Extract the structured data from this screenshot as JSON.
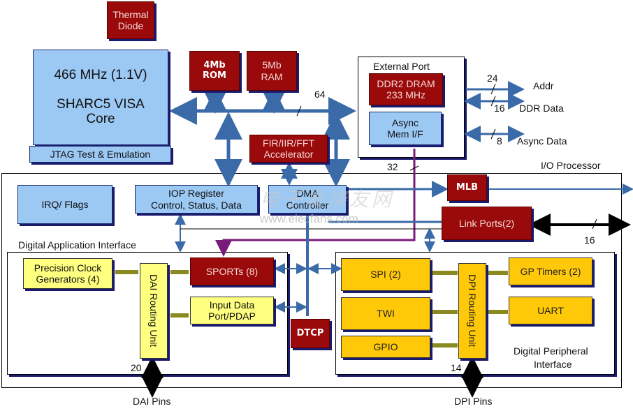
{
  "diagram": {
    "title": "SHARC processor block diagram",
    "colors": {
      "memory_red": "#9a0a0a",
      "core_blue": "#9cc8f4",
      "dai_yellow": "#ffff80",
      "dpi_gold": "#ffc808",
      "bus_blue": "#3a6aa8",
      "purple_bus": "#7a1a7a"
    },
    "core": {
      "freq": "466 MHz (1.1V)",
      "name_line1": "SHARC5 VISA",
      "name_line2": "Core",
      "jtag": "JTAG Test & Emulation"
    },
    "thermal": {
      "line1": "Thermal",
      "line2": "Diode"
    },
    "rom": {
      "line1": "4Mb",
      "line2": "ROM"
    },
    "ram": {
      "line1": "5Mb",
      "line2": "RAM"
    },
    "bus_width_main": "64",
    "accelerator": {
      "line1": "FIR/IIR/FFT",
      "line2": "Accelerator"
    },
    "external_port": {
      "title": "External Port",
      "ddr": {
        "line1": "DDR2 DRAM",
        "line2": "233 MHz"
      },
      "async": {
        "line1": "Async",
        "line2": "Mem I/F"
      },
      "signals": [
        {
          "width": "24",
          "label": "Addr"
        },
        {
          "width": "16",
          "label": "DDR Data"
        },
        {
          "width": "8",
          "label": "Async Data"
        }
      ],
      "bus_width_32": "32"
    },
    "iop": {
      "title": "I/O Processor",
      "irq": "IRQ/ Flags",
      "register": {
        "line1": "IOP Register",
        "line2": "Control, Status, Data"
      },
      "dma": {
        "line1": "DMA",
        "line2": "Controller"
      },
      "mlb": "MLB",
      "link_ports": "Link Ports(2)",
      "link_width": "16"
    },
    "dai": {
      "title": "Digital Application Interface",
      "pcg": {
        "line1": "Precision Clock",
        "line2": "Generators (4)"
      },
      "routing": "DAI Routing Unit",
      "sports": "SPORTs (8)",
      "idp": {
        "line1": "Input Data",
        "line2": "Port/PDAP"
      },
      "pin_width": "20",
      "pins": "DAI Pins"
    },
    "dtcp": "DTCP",
    "dpi": {
      "title_line1": "Digital Peripheral",
      "title_line2": "Interface",
      "spi": "SPI (2)",
      "twi": "TWI",
      "gpio": "GPIO",
      "routing": "DPI Routing Unit",
      "timers": "GP Timers (2)",
      "uart": "UART",
      "pin_width": "14",
      "pins": "DPI Pins"
    },
    "watermark": {
      "cn": "电子发烧友网",
      "url": "www.elecfans.com"
    }
  }
}
